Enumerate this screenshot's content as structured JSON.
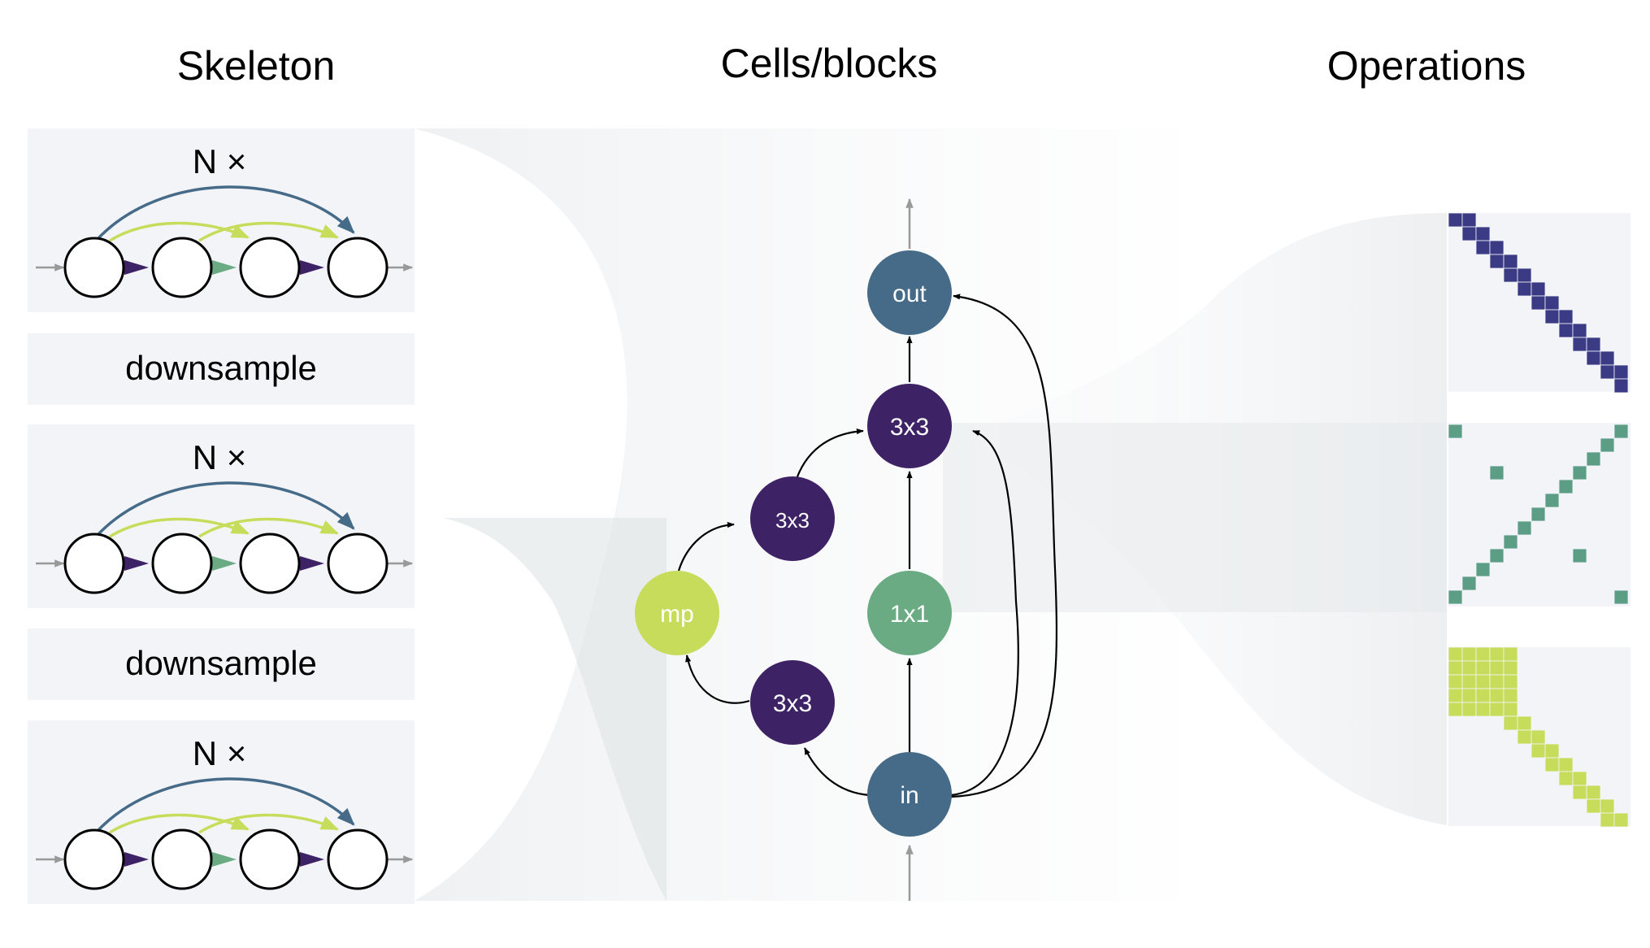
{
  "headings": {
    "skeleton": "Skeleton",
    "cells": "Cells/blocks",
    "operations": "Operations"
  },
  "skeleton": {
    "repeat_label": "N ×",
    "downsample_label": "downsample",
    "stage_count": 3
  },
  "cell_nodes": {
    "out": "out",
    "conv3x3_top": "3x3",
    "conv3x3_upper": "3x3",
    "maxpool": "mp",
    "conv1x1": "1x1",
    "conv3x3_lower": "3x3",
    "input": "in"
  },
  "colors": {
    "dark_purple": "#3e2266",
    "indigo": "#3a3a85",
    "slate_blue": "#456b88",
    "teal_green": "#5c9d86",
    "mint_green": "#6aab84",
    "lime": "#c7dc5a",
    "panel_bg": "#f3f4f8",
    "gray_arrow": "#9a9a9a"
  },
  "operation_matrices": [
    {
      "name": "diagonal-band",
      "color": "#3a3a85",
      "pattern": "band"
    },
    {
      "name": "anti-diagonal",
      "color": "#5c9d86",
      "pattern": "anti-diagonal"
    },
    {
      "name": "block-diagonal",
      "color": "#c7dc5a",
      "pattern": "block-band"
    }
  ]
}
